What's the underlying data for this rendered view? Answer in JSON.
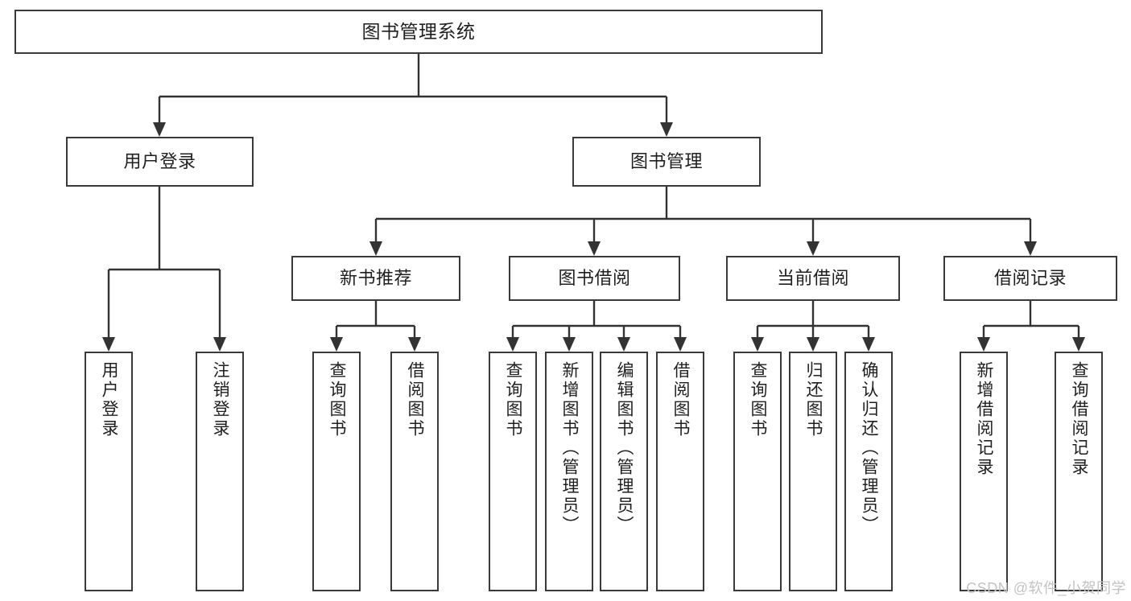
{
  "diagram": {
    "title": "图书管理系统",
    "type": "tree",
    "colors": {
      "box_border": "#3a3a3a",
      "connector": "#333333",
      "background": "#ffffff",
      "text": "#1f1f1f",
      "watermark": "#c3c3c3"
    },
    "root": {
      "id": "root",
      "label": "图书管理系统"
    },
    "level2": [
      {
        "id": "user-login",
        "label": "用户登录"
      },
      {
        "id": "book-management",
        "label": "图书管理"
      }
    ],
    "level3": [
      {
        "id": "new-book-recommend",
        "label": "新书推荐",
        "parent": "book-management"
      },
      {
        "id": "book-borrow",
        "label": "图书借阅",
        "parent": "book-management"
      },
      {
        "id": "current-borrow",
        "label": "当前借阅",
        "parent": "book-management"
      },
      {
        "id": "borrow-record",
        "label": "借阅记录",
        "parent": "book-management"
      }
    ],
    "leaves": [
      {
        "id": "leaf-user-login",
        "label": "用户登录",
        "parent": "user-login"
      },
      {
        "id": "leaf-logout",
        "label": "注销登录",
        "parent": "user-login"
      },
      {
        "id": "leaf-query-book-1",
        "label": "查询图书",
        "parent": "new-book-recommend"
      },
      {
        "id": "leaf-borrow-book-1",
        "label": "借阅图书",
        "parent": "new-book-recommend"
      },
      {
        "id": "leaf-query-book-2",
        "label": "查询图书",
        "parent": "book-borrow"
      },
      {
        "id": "leaf-add-book",
        "label": "新增图书（管理员）",
        "parent": "book-borrow"
      },
      {
        "id": "leaf-edit-book",
        "label": "编辑图书（管理员）",
        "parent": "book-borrow"
      },
      {
        "id": "leaf-borrow-book-2",
        "label": "借阅图书",
        "parent": "book-borrow"
      },
      {
        "id": "leaf-query-book-3",
        "label": "查询图书",
        "parent": "current-borrow"
      },
      {
        "id": "leaf-return-book",
        "label": "归还图书",
        "parent": "current-borrow"
      },
      {
        "id": "leaf-confirm-return",
        "label": "确认归还（管理员）",
        "parent": "current-borrow"
      },
      {
        "id": "leaf-add-record",
        "label": "新增借阅记录",
        "parent": "borrow-record"
      },
      {
        "id": "leaf-query-record",
        "label": "查询借阅记录",
        "parent": "borrow-record"
      }
    ],
    "watermark": "CSDN @软件_小贺同学"
  }
}
